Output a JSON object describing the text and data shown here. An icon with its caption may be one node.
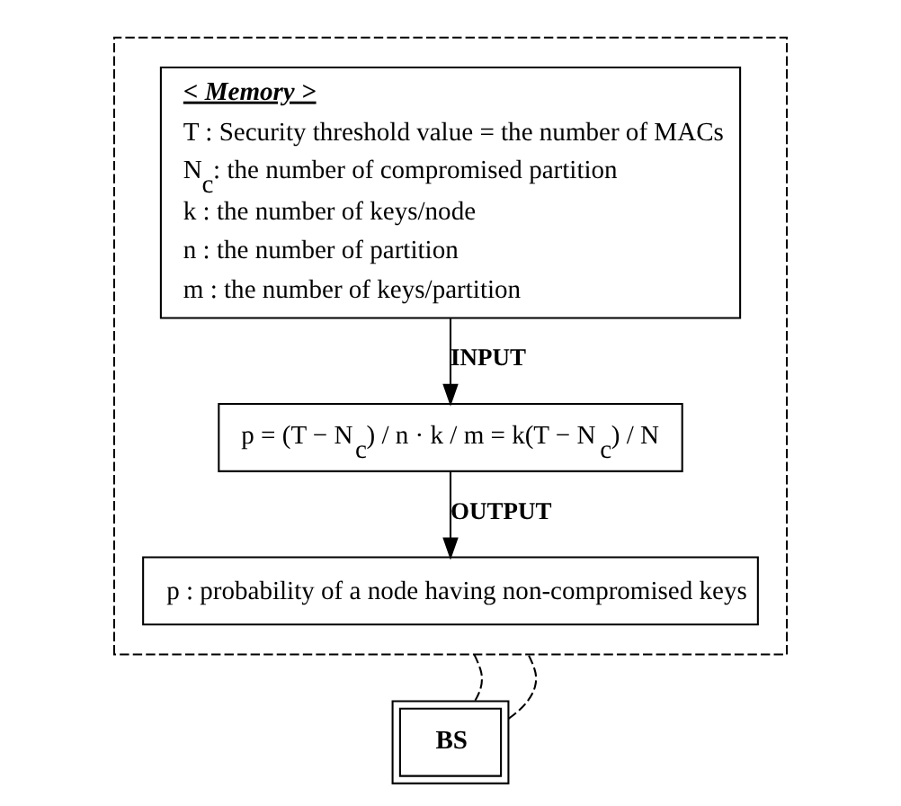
{
  "diagram": {
    "nodes": [
      {
        "text": [],
        "shape": "box"
      },
      {
        "text": [
          "< Memory >",
          "T : Security threshold value = the number of MACs",
          "N$_{c}$: the number of compromised partition",
          "k : the number of keys/node",
          "n : the number of partition",
          "m : the number of keys/partition"
        ],
        "in": 0
      },
      {
        "text": [
          "p = (T − N$_{c}$) / n · k / m = k(T − N$_{c}$) / N"
        ],
        "in": 0
      },
      {
        "text": [
          "p : probability of a node having non-compromised keys"
        ],
        "in": 0
      },
      {
        "text": [
          "BS"
        ]
      }
    ],
    "edges": [
      {
        "from": 1,
        "to": 2,
        "arrow": "to",
        "label": "INPUT"
      },
      {
        "from": 2,
        "to": 3,
        "arrow": "to",
        "label": "OUTPUT"
      },
      {
        "from": 4,
        "to": 0,
        "arrow": "none",
        "style": "dashed"
      },
      {
        "from": 4,
        "to": 0,
        "arrow": "none",
        "style": "dashed"
      }
    ]
  }
}
